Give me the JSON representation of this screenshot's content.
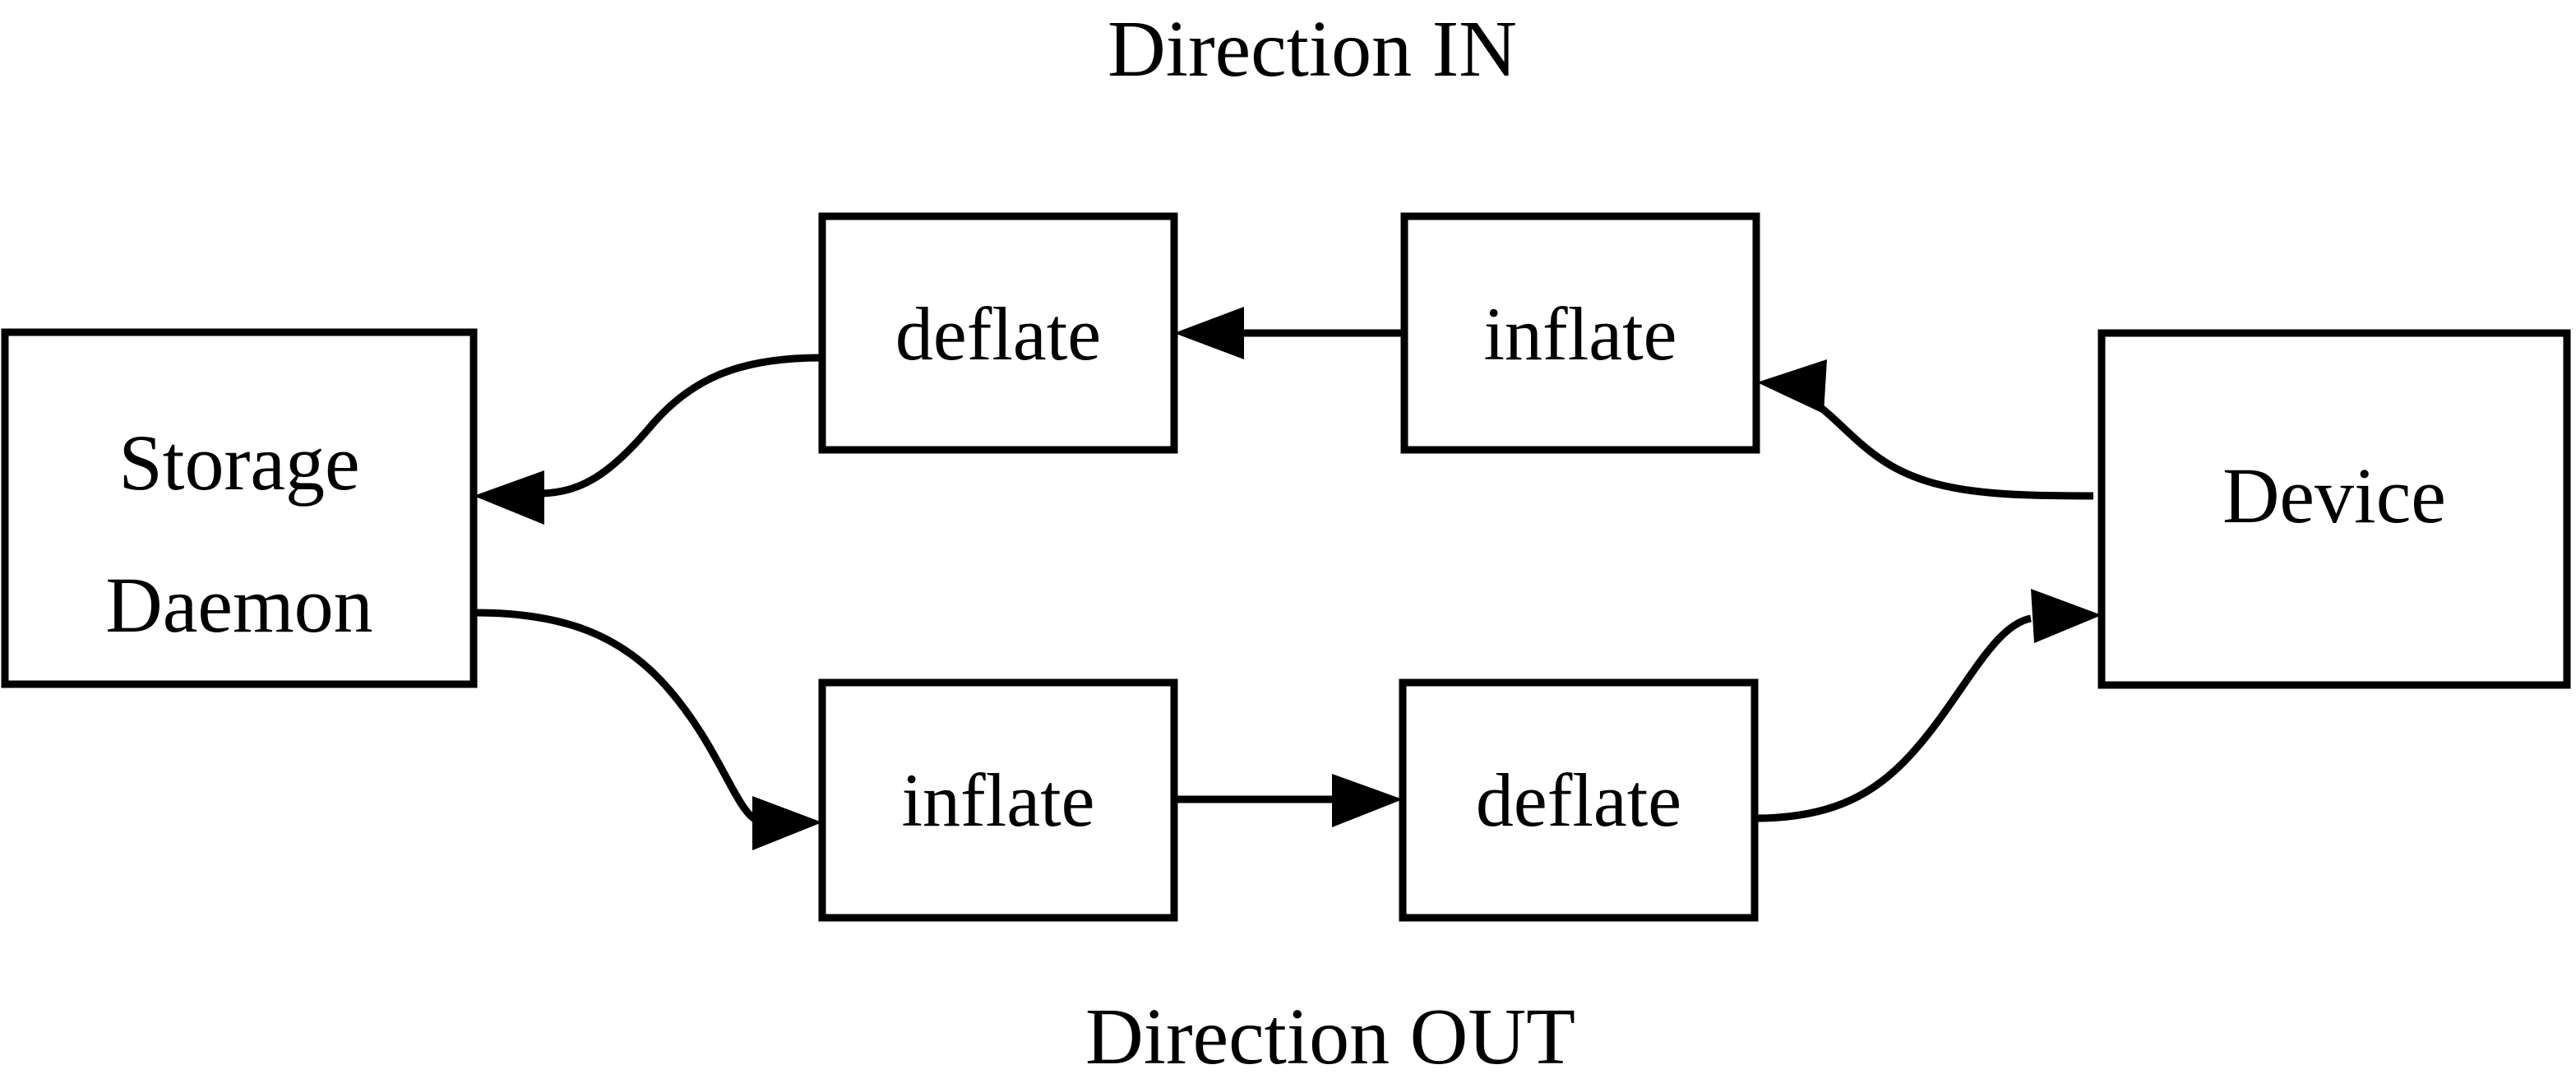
{
  "diagram": {
    "title_top": "Direction IN",
    "title_bottom": "Direction OUT",
    "background_color": "#ffffff",
    "line_color": "#000000",
    "nodes": {
      "storage_daemon": {
        "label_line1": "Storage",
        "label_line2": "Daemon"
      },
      "device": {
        "label": "Device"
      },
      "in_deflate": {
        "label": "deflate"
      },
      "in_inflate": {
        "label": "inflate"
      },
      "out_inflate": {
        "label": "inflate"
      },
      "out_deflate": {
        "label": "deflate"
      }
    },
    "edges": [
      {
        "name": "device-to-in-inflate",
        "from": "Device",
        "to": "inflate",
        "direction": "left"
      },
      {
        "name": "in-inflate-to-in-deflate",
        "from": "inflate",
        "to": "deflate",
        "direction": "left"
      },
      {
        "name": "in-deflate-to-storage-daemon",
        "from": "deflate",
        "to": "Storage Daemon",
        "direction": "left"
      },
      {
        "name": "storage-daemon-to-out-inflate",
        "from": "Storage Daemon",
        "to": "inflate",
        "direction": "right"
      },
      {
        "name": "out-inflate-to-out-deflate",
        "from": "inflate",
        "to": "deflate",
        "direction": "right"
      },
      {
        "name": "out-deflate-to-device",
        "from": "deflate",
        "to": "Device",
        "direction": "right"
      }
    ]
  }
}
